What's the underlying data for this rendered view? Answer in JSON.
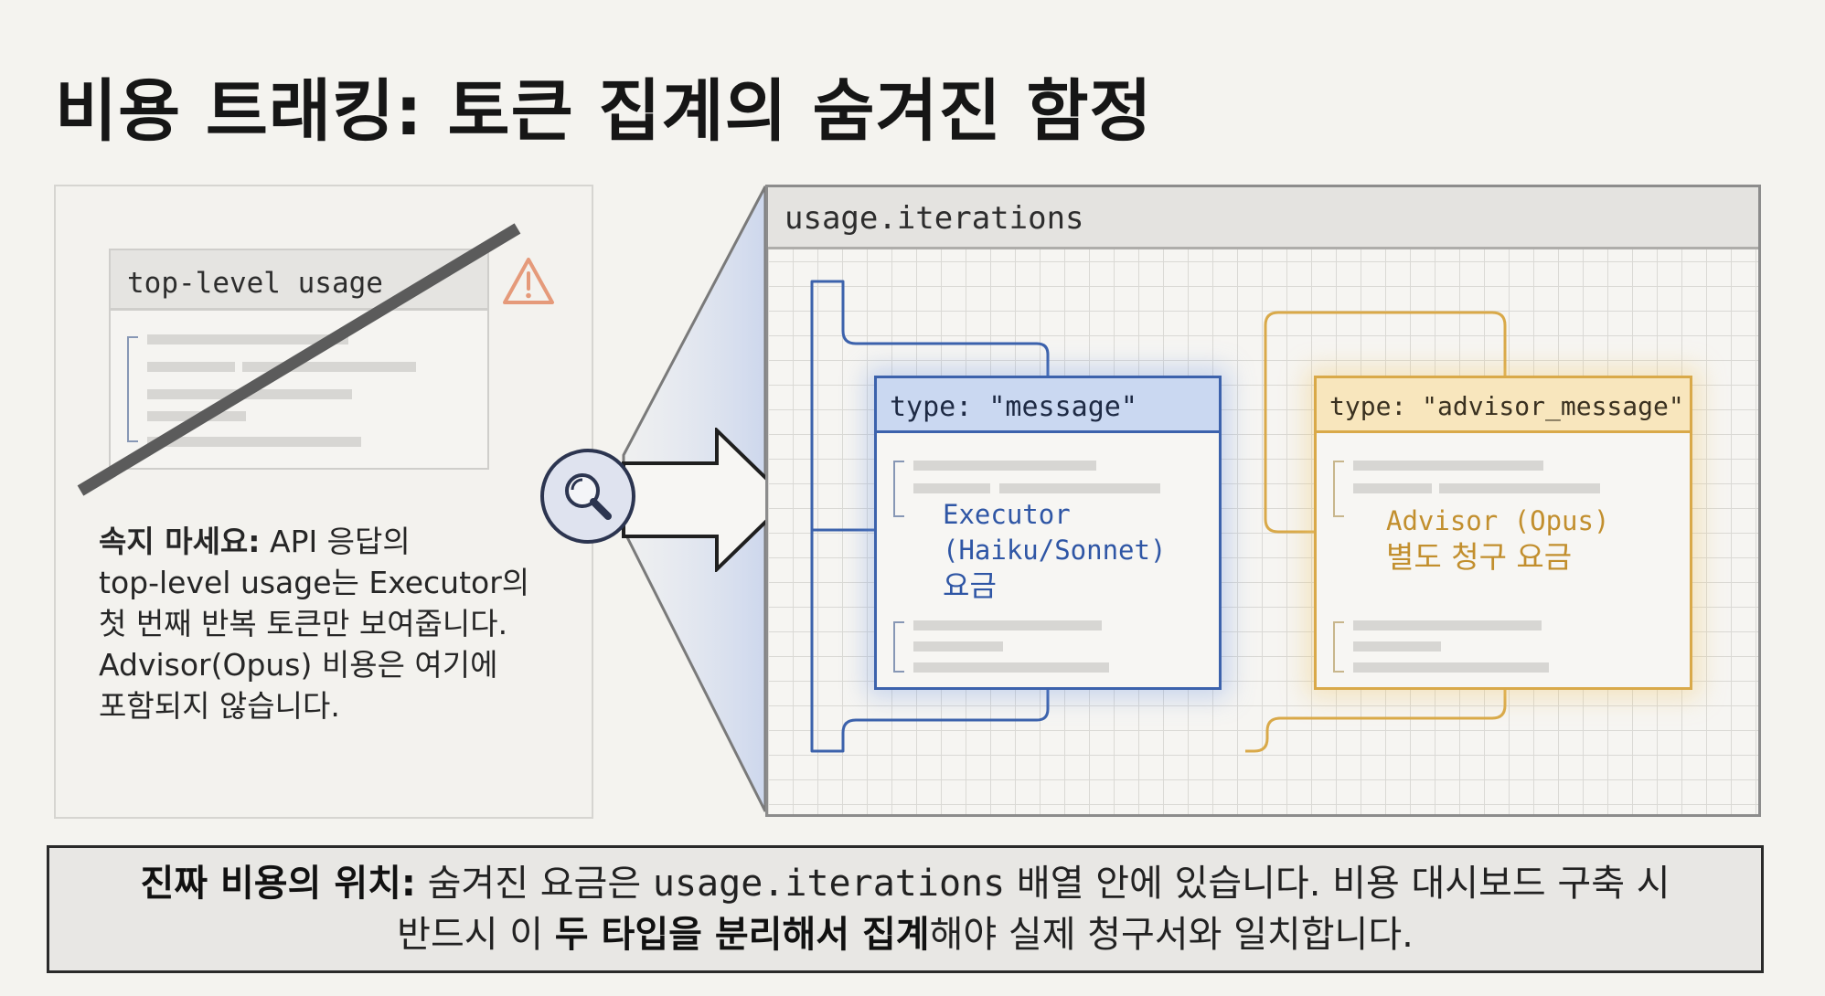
{
  "title": "비용 트래킹: 토큰 집계의 숨겨진 함정",
  "left": {
    "card_label": "top-level usage",
    "note_bold": "속지 마세요:",
    "note_rest_1": " API 응답의",
    "note_line_2": "top-level usage는 Executor의",
    "note_line_3": "첫 번째 반복 토큰만 보여줍니다.",
    "note_line_4": "Advisor(Opus) 비용은 여기에",
    "note_line_5": "포함되지 않습니다."
  },
  "zoom": {
    "header_label": "usage.iterations",
    "message_card": {
      "type_label": "type: \"message\"",
      "line_1": "Executor",
      "line_2": "(Haiku/Sonnet)",
      "line_3": "요금"
    },
    "advisor_card": {
      "type_label": "type: \"advisor_message\"",
      "line_1": "Advisor (Opus)",
      "line_2": "별도 청구 요금"
    }
  },
  "banner": {
    "bold_1": "진짜 비용의 위치:",
    "text_1": " 숨겨진 요금은 ",
    "code": "usage.iterations",
    "text_2": " 배열 안에 있습니다. 비용 대시보드 구축 시",
    "text_3": "반드시 이 ",
    "bold_2": "두 타입을 분리해서 집계",
    "text_4": "해야 실제 청구서와 일치합니다."
  },
  "colors": {
    "message_accent": "#3c62ac",
    "advisor_accent": "#d9a949",
    "warning": "#e59a7a"
  },
  "icons": [
    "warning-icon",
    "magnifier-icon",
    "right-arrow-icon"
  ]
}
